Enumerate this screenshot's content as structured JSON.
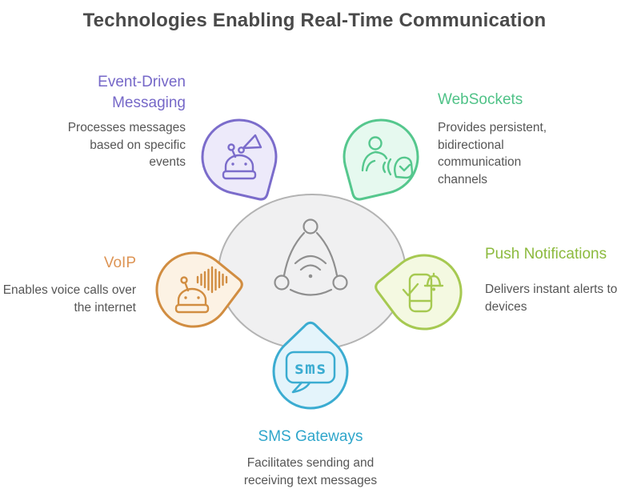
{
  "title": "Technologies Enabling Real-Time Communication",
  "colors": {
    "title_text": "#4a4a4a",
    "body_text": "#565656",
    "center_fill": "#f0f0f1",
    "center_stroke": "#b3b3b3",
    "center_icon": "#8f8f8f"
  },
  "center": {
    "icon": "network-signal-icon"
  },
  "nodes": [
    {
      "id": "event-driven-messaging",
      "label": "Event-Driven\nMessaging",
      "description": "Processes messages\nbased on specific\nevents",
      "icon": "robot-megaphone-icon",
      "accent": "#7668c8",
      "stroke": "#7b6ccb",
      "fill": "#edeafa"
    },
    {
      "id": "websockets",
      "label": "WebSockets",
      "description": "Provides persistent,\nbidirectional\ncommunication\nchannels",
      "icon": "person-signal-icon",
      "accent": "#4fc287",
      "stroke": "#55c78d",
      "fill": "#e6f9ef"
    },
    {
      "id": "voip",
      "label": "VoIP",
      "description": "Enables voice calls over\nthe internet",
      "icon": "robot-voice-waveform-icon",
      "accent": "#dd9454",
      "stroke": "#d18d41",
      "fill": "#fcf2e4"
    },
    {
      "id": "push-notifications",
      "label": "Push Notifications",
      "description": "Delivers instant alerts to\ndevices",
      "icon": "phone-bell-check-icon",
      "accent": "#8cba3e",
      "stroke": "#a6c951",
      "fill": "#f4f9e1"
    },
    {
      "id": "sms-gateways",
      "label": "SMS Gateways",
      "description": "Facilitates sending and\nreceiving text messages",
      "icon": "sms-bubble-icon",
      "icon_text": "sms",
      "accent": "#2fa6cb",
      "stroke": "#3bacd1",
      "fill": "#e4f4fb"
    }
  ]
}
